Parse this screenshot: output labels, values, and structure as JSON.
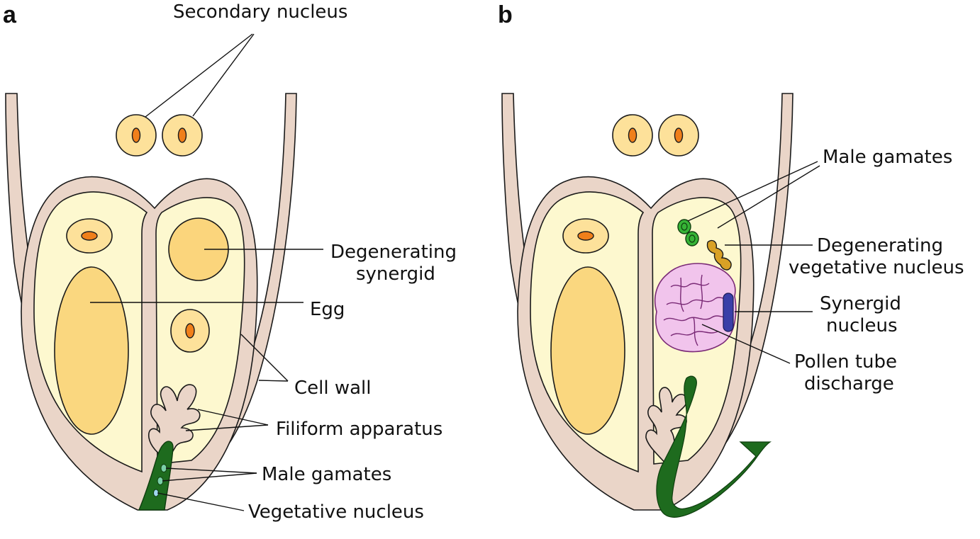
{
  "colors": {
    "cell_wall": "#ead5c8",
    "cytoplasm": "#fdf8cf",
    "nucleus": "#fbd57c",
    "nucleolus": "#f07f1a",
    "pollen_tube": "#1e6b1e",
    "male_gamete": "#36b436",
    "degenerating_vegetative_nucleus": "#d9a126",
    "synergid_nucleus": "#3a3fa8",
    "pollen_tube_discharge": "#f1c4ec"
  },
  "panel_a": {
    "panel_label": "a",
    "labels": {
      "secondary_nucleus": "Secondary nucleus",
      "degenerating_synergid_line1": "Degenerating",
      "degenerating_synergid_line2": "synergid",
      "egg": "Egg",
      "cell_wall": "Cell wall",
      "filiform_apparatus": "Filiform apparatus",
      "male_gamates": "Male gamates",
      "vegetative_nucleus": "Vegetative nucleus"
    }
  },
  "panel_b": {
    "panel_label": "b",
    "labels": {
      "male_gamates": "Male gamates",
      "degenerating_vegetative_nucleus_line1": "Degenerating",
      "degenerating_vegetative_nucleus_line2": "vegetative nucleus",
      "synergid_nucleus_line1": "Synergid",
      "synergid_nucleus_line2": "nucleus",
      "pollen_tube_discharge_line1": "Pollen tube",
      "pollen_tube_discharge_line2": "discharge"
    }
  }
}
